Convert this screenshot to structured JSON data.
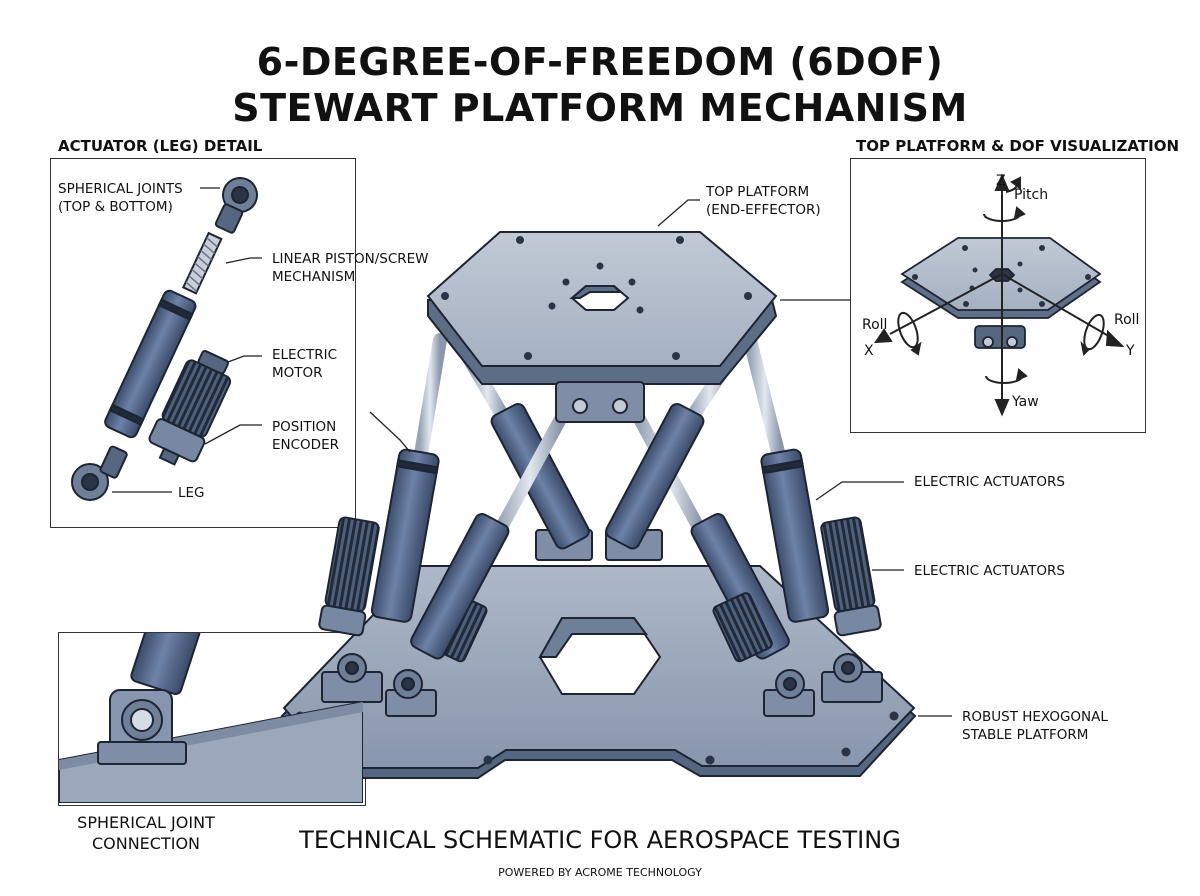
{
  "title": {
    "line1": "6-DEGREE-OF-FREEDOM (6DOF)",
    "line2": "STEWART PLATFORM MECHANISM"
  },
  "actuator_panel": {
    "title": "ACTUATOR (LEG) DETAIL",
    "labels": {
      "spherical_joints_1": "SPHERICAL JOINTS",
      "spherical_joints_2": "(TOP & BOTTOM)",
      "piston_1": "LINEAR PISTON/SCREW",
      "piston_2": "MECHANISM",
      "motor_1": "ELECTRIC",
      "motor_2": "MOTOR",
      "encoder_1": "POSITION",
      "encoder_2": "ENCODER",
      "leg": "LEG"
    }
  },
  "dof_panel": {
    "title": "TOP PLATFORM & DOF VISUALIZATION",
    "axes": {
      "z": "Z",
      "pitch": "Pitch",
      "roll_left": "Roll",
      "roll_right": "Roll",
      "x": "X",
      "y": "Y",
      "yaw": "Yaw"
    }
  },
  "main_labels": {
    "top_platform_1": "TOP PLATFORM",
    "top_platform_2": "(END-EFFECTOR)",
    "electric_actuators_1": "ELECTRIC ACTUATORS",
    "electric_actuators_2": "ELECTRIC ACTUATORS",
    "base_1": "ROBUST HEXOGONAL",
    "base_2": "STABLE PLATFORM"
  },
  "joint_panel": {
    "caption_1": "SPHERICAL JOINT",
    "caption_2": "CONNECTION"
  },
  "subtitle": "TECHNICAL SCHEMATIC FOR AEROSPACE TESTING",
  "powered_by": "POWERED BY ACROME TECHNOLOGY",
  "colors": {
    "metal_light": "#c3cbd6",
    "metal_mid": "#8e9cb0",
    "metal_dark": "#5c6d86",
    "actuator_blue": "#4e6184",
    "line": "#222222"
  }
}
